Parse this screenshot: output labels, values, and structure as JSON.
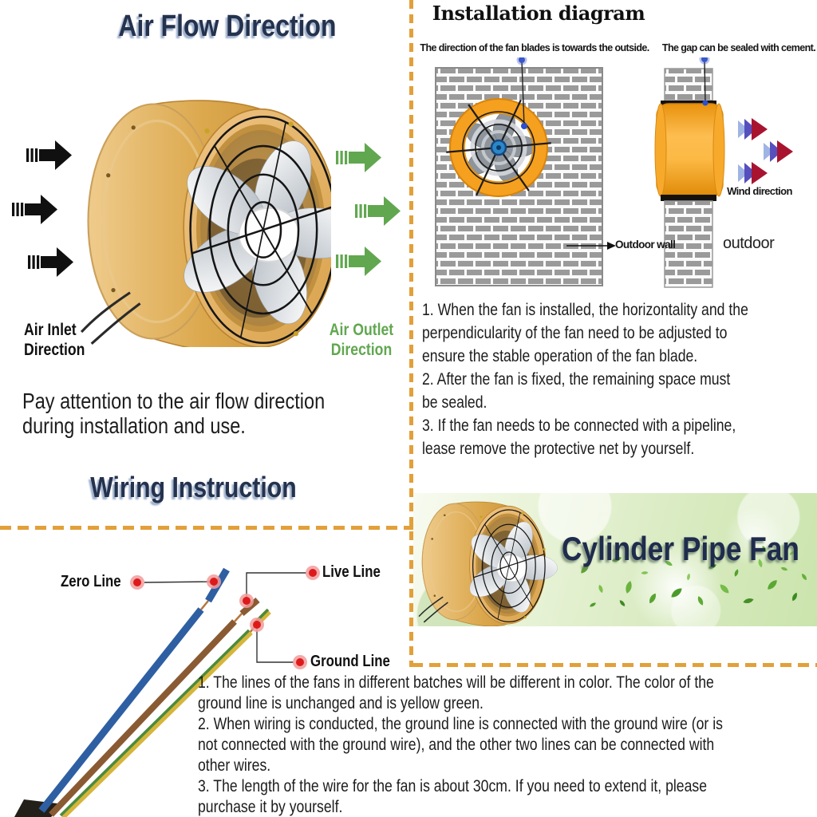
{
  "airflow": {
    "title": "Air Flow Direction",
    "inlet_label": [
      "Air Inlet",
      "Direction"
    ],
    "outlet_label": [
      "Air Outlet",
      "Direction"
    ],
    "note": [
      "Pay attention to the air flow direction",
      "during installation and use."
    ]
  },
  "installation": {
    "title": "Installation diagram",
    "blades_label": "The direction of the fan blades is towards the outside.",
    "gap_label": "The gap can be sealed with cement.",
    "outdoor_wall_label": "Outdoor wall",
    "wind_label": "Wind direction",
    "outdoor_label": "outdoor",
    "notes": [
      "1. When the fan is installed, the horizontality and the",
      "perpendicularity of the fan need to be adjusted to",
      "ensure the stable operation of the fan blade.",
      "2. After the fan is fixed, the remaining space must",
      "be sealed.",
      "3. If the fan needs to be connected with a pipeline,",
      "lease remove the protective net by yourself."
    ]
  },
  "wiring": {
    "title": "Wiring Instruction",
    "zero_label": "Zero Line",
    "live_label": "Live Line",
    "ground_label": "Ground Line",
    "notes": [
      "1. The lines of the fans in different batches will be different in color. The color of the",
      "ground line is unchanged and is yellow green.",
      "2. When wiring is conducted, the ground line is connected with the ground wire (or is",
      "not connected with the ground wire), and the other two lines can be connected with",
      "other wires.",
      "3. The length of the wire for the fan is about 30cm. If you need to extend it, please",
      "purchase it by yourself."
    ]
  },
  "banner": {
    "title": "Cylinder Pipe Fan"
  },
  "colors": {
    "divider_orange": "#E2A03A",
    "title_navy": "#25324E",
    "outlet_green": "#61A750",
    "inlet_black": "#101010",
    "fan_body_tan": "#DCA851",
    "wall_fan_orange": "#F5A01E",
    "wire_blue": "#2E5FA3",
    "wire_brown": "#8A5A33",
    "ground_yellow": "#D6B53B",
    "ground_green": "#4C8A3C",
    "marker_red": "#DD1A1A",
    "marker_blue": "#3A57C9"
  }
}
